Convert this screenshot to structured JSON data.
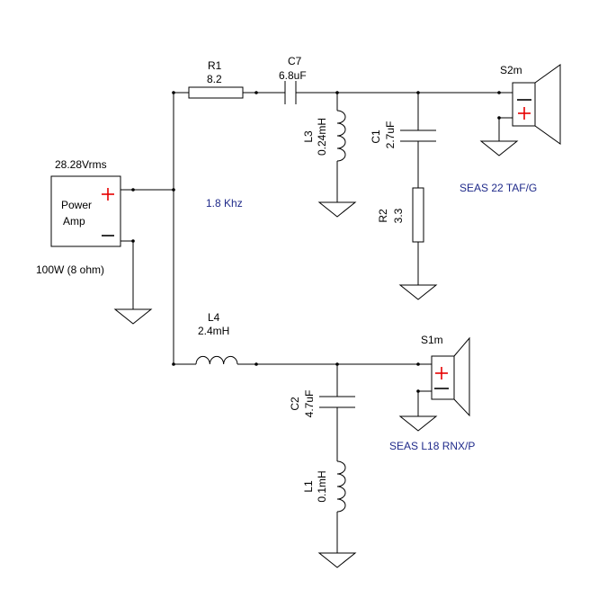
{
  "source": {
    "voltage_label": "28.28Vrms",
    "name_line1": "Power",
    "name_line2": "Amp",
    "power_label": "100W (8 ohm)"
  },
  "crossover": {
    "frequency_note": "1.8 Khz"
  },
  "components": {
    "R1": {
      "ref": "R1",
      "value": "8.2"
    },
    "C7": {
      "ref": "C7",
      "value": "6.8uF"
    },
    "L3": {
      "ref": "L3",
      "value": "0.24mH"
    },
    "C1": {
      "ref": "C1",
      "value": "2.7uF"
    },
    "R2": {
      "ref": "R2",
      "value": "3.3"
    },
    "L4": {
      "ref": "L4",
      "value": "2.4mH"
    },
    "C2": {
      "ref": "C2",
      "value": "4.7uF"
    },
    "L1": {
      "ref": "L1",
      "value": "0.1mH"
    }
  },
  "speakers": {
    "tweeter": {
      "ref": "S2m",
      "model": "SEAS 22 TAF/G"
    },
    "woofer": {
      "ref": "S1m",
      "model": "SEAS L18 RNX/P"
    }
  },
  "colors": {
    "wire": "#000000",
    "plus_sign": "#e60000",
    "note_text": "#1f2a8a"
  }
}
